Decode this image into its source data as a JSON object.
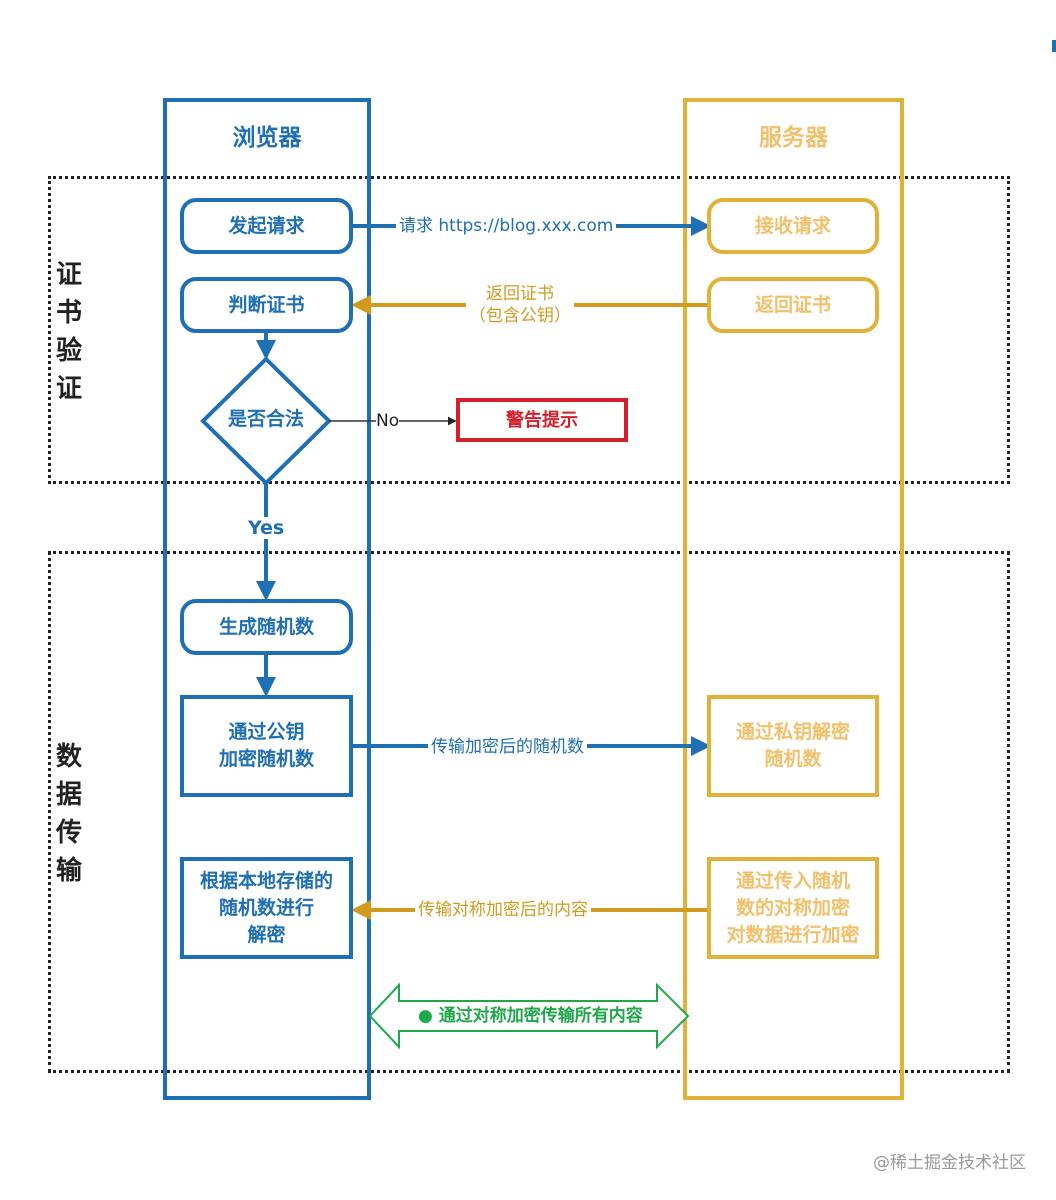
{
  "lanes": {
    "browser": {
      "title": "浏览器",
      "color": "#1f6fb5"
    },
    "server": {
      "title": "服务器",
      "color": "#e1b23a"
    }
  },
  "sections": {
    "cert_verify": "证\n书\n验\n证",
    "data_transfer": "数\n据\n传\n输"
  },
  "nodes": {
    "send_request": "发起请求",
    "receive_request": "接收请求",
    "judge_cert": "判断证书",
    "return_cert": "返回证书",
    "is_valid": "是否合法",
    "warning": "警告提示",
    "gen_random": "生成随机数",
    "encrypt_random": "通过公钥\n加密随机数",
    "decrypt_private": "通过私钥解密\n随机数",
    "decrypt_local": "根据本地存储的\n随机数进行\n解密",
    "encrypt_symmetric": "通过传入随机\n数的对称加密\n对数据进行加密"
  },
  "edges": {
    "request": "请求 https://blog.xxx.com",
    "return_cert": "返回证书\n（包含公钥）",
    "no": "No",
    "yes": "Yes",
    "send_encrypted_random": "传输加密后的随机数",
    "send_symmetric_content": "传输对称加密后的内容",
    "all_symmetric": "● 通过对称加密传输所有内容"
  },
  "colors": {
    "blue": "#1f6fb5",
    "gold": "#e1b23a",
    "red": "#d81e2a",
    "green": "#1fa84a"
  },
  "watermark": "@稀土掘金技术社区"
}
